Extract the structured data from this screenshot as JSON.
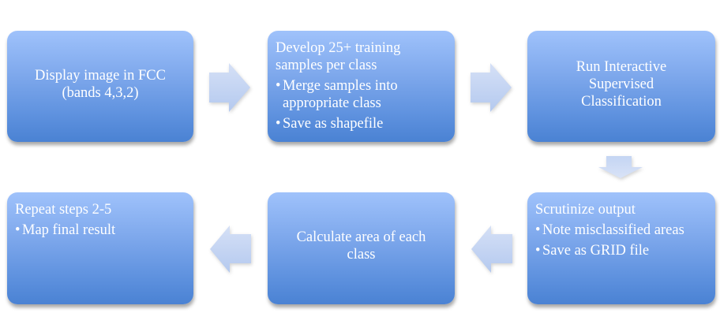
{
  "colors": {
    "box_gradient_top": "#9fc2fb",
    "box_gradient_bottom": "#4a82d3",
    "box_text": "#ffffff",
    "arrow_light": "#d3def5",
    "arrow_dark": "#b3c8ee",
    "background": "#ffffff"
  },
  "steps": [
    {
      "id": 1,
      "title": "Display image in FCC (bands 4,3,2)",
      "bullets": []
    },
    {
      "id": 2,
      "title": "Develop 25+ training samples per class",
      "bullets": [
        "Merge samples into appropriate class",
        "Save as shapefile"
      ]
    },
    {
      "id": 3,
      "title": "Run Interactive Supervised Classification",
      "bullets": []
    },
    {
      "id": 4,
      "title": "Scrutinize output",
      "bullets": [
        "Note misclassified areas",
        "Save as GRID file"
      ]
    },
    {
      "id": 5,
      "title": "Calculate area of each class",
      "bullets": []
    },
    {
      "id": 6,
      "title": "Repeat steps 2-5",
      "bullets": [
        "Map final result"
      ]
    }
  ],
  "arrows": [
    {
      "from": 1,
      "to": 2,
      "direction": "right",
      "icon": "arrow-right-icon"
    },
    {
      "from": 2,
      "to": 3,
      "direction": "right",
      "icon": "arrow-right-icon"
    },
    {
      "from": 3,
      "to": 4,
      "direction": "down",
      "icon": "arrow-down-icon"
    },
    {
      "from": 4,
      "to": 5,
      "direction": "left",
      "icon": "arrow-left-icon"
    },
    {
      "from": 5,
      "to": 6,
      "direction": "left",
      "icon": "arrow-left-icon"
    }
  ]
}
